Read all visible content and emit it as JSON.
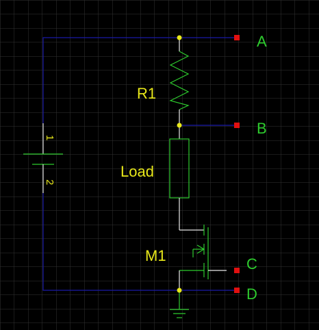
{
  "colors": {
    "background": "#000000",
    "grid": "#333333",
    "wire": "#1a1aa8",
    "component": "#2ecc2e",
    "junction": "#e8e81a",
    "port": "#e01010",
    "ref_label": "#e8e81a",
    "net_label": "#2ecc2e"
  },
  "components": {
    "resistor": {
      "ref": "R1"
    },
    "load": {
      "ref": "Load"
    },
    "mosfet": {
      "ref": "M1"
    },
    "battery": {
      "pin1": "1",
      "pin2": "2"
    }
  },
  "ports": [
    {
      "id": "A",
      "label": "A"
    },
    {
      "id": "B",
      "label": "B"
    },
    {
      "id": "C",
      "label": "C"
    },
    {
      "id": "D",
      "label": "D"
    }
  ]
}
